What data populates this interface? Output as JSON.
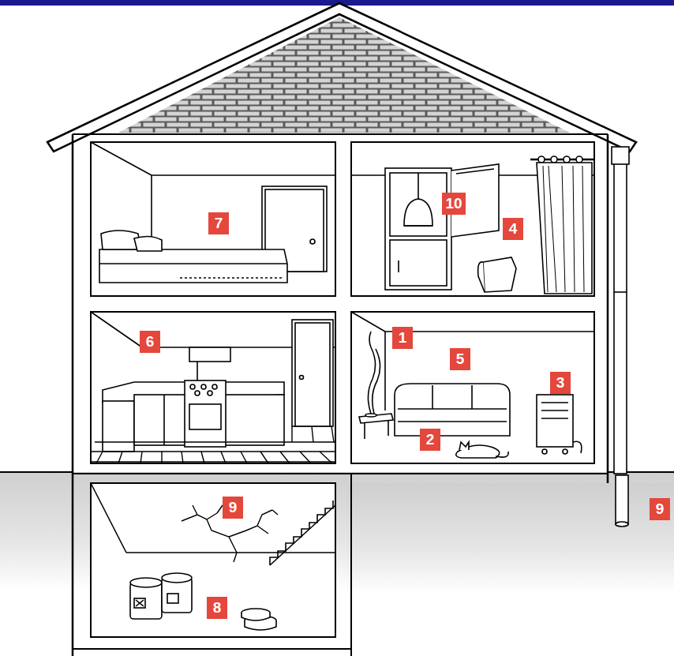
{
  "diagram": {
    "labels": [
      "7",
      "10",
      "4",
      "6",
      "1",
      "5",
      "3",
      "2",
      "9",
      "9",
      "8"
    ]
  }
}
